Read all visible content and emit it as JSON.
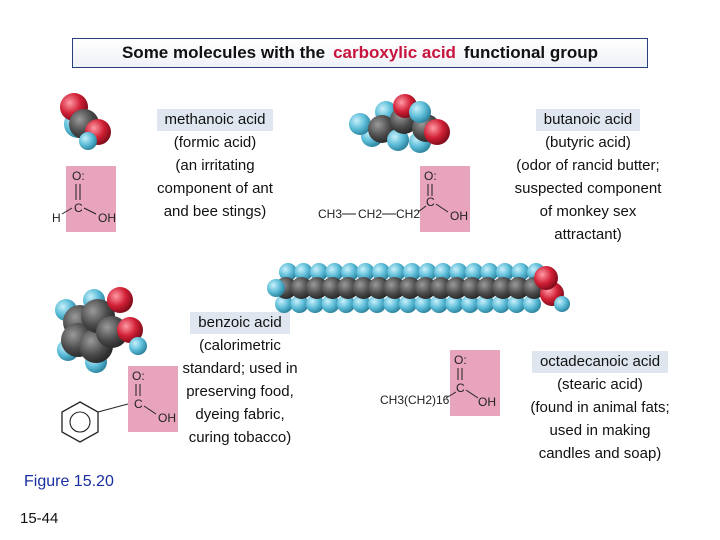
{
  "title": {
    "prefix": "Some molecules with the",
    "highlight": "carboxylic acid",
    "suffix": "functional group"
  },
  "molecules": [
    {
      "name": "methanoic acid",
      "description": [
        "(formic acid)",
        "(an irritating",
        "component of ant",
        "and bee stings)"
      ],
      "formula_prefix": [
        "H"
      ]
    },
    {
      "name": "butanoic acid",
      "description": [
        "(butyric acid)",
        "(odor of rancid butter;",
        "suspected component",
        "of monkey sex",
        "attractant)"
      ],
      "formula_prefix": [
        "CH3",
        "CH2",
        "CH2"
      ]
    },
    {
      "name": "benzoic acid",
      "description": [
        "(calorimetric",
        "standard; used in",
        "preserving food,",
        "dyeing fabric,",
        "curing tobacco)"
      ],
      "formula_prefix": [
        "benzene ring"
      ]
    },
    {
      "name": "octadecanoic acid",
      "description": [
        "(stearic acid)",
        "(found in animal fats;",
        "used in making",
        "candles and soap)"
      ],
      "formula_prefix": [
        "CH3(CH2)16"
      ]
    }
  ],
  "functional_group": {
    "carbonyl_o": "O:",
    "carbon": "C",
    "hydroxyl": "OH"
  },
  "figure_caption": "Figure 15.20",
  "slide_number": "15-44",
  "colors": {
    "highlight_red": "#c8143c",
    "group_pink": "#e7a4bc",
    "carbon_gray": "#555555",
    "hydrogen_blue": "#5bbcd8",
    "oxygen_red": "#d11f35",
    "label_bg": "#dfe6ef",
    "caption_blue": "#1a2fa0"
  }
}
